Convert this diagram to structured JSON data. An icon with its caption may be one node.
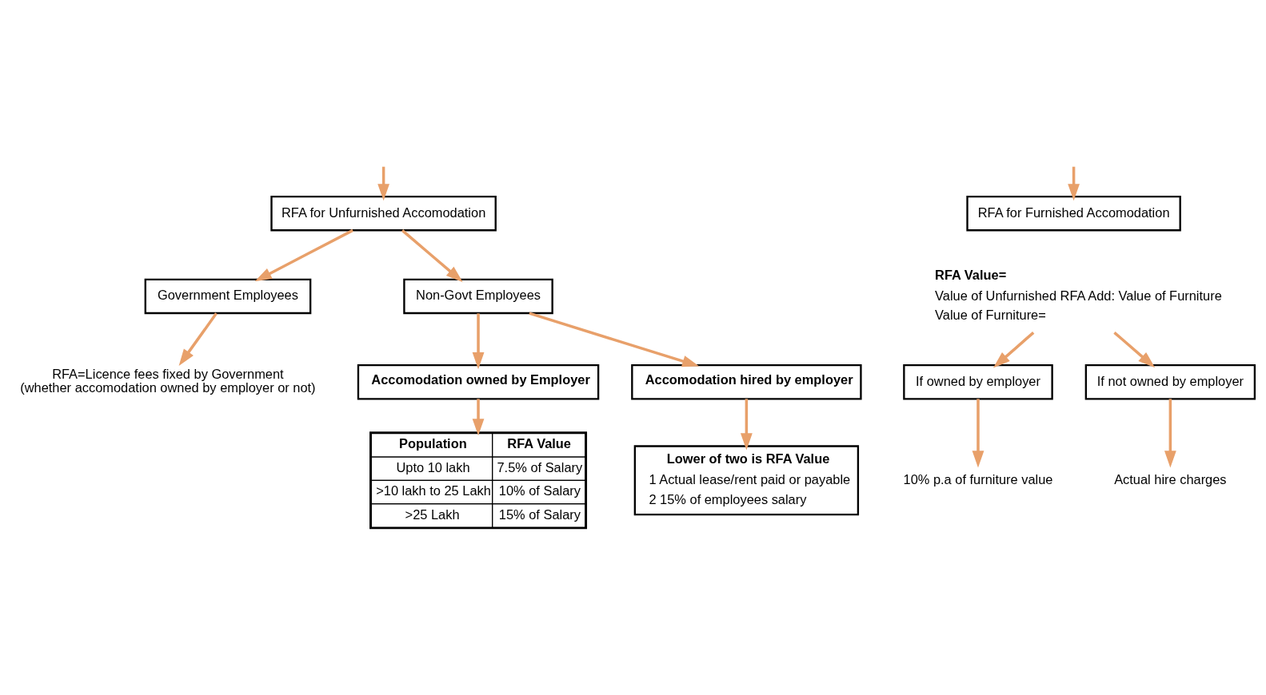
{
  "diagram": {
    "nodes": [
      {
        "text": [
          "RFA for Unfurnished Accomodation"
        ]
      },
      {
        "text": [
          "RFA for Furnished Accomodation"
        ]
      },
      {
        "text": [
          "Government Employees"
        ]
      },
      {
        "text": [
          "Non-Govt Employees"
        ]
      },
      {
        "text": [
          "RFA=Licence fees fixed by Government",
          "(whether accomodation owned by employer or not)"
        ]
      },
      {
        "text": [
          "Accomodation owned by Employer"
        ]
      },
      {
        "text": [
          "Accomodation hired by employer"
        ]
      },
      {
        "text": [
          "Population",
          "RFA Value",
          "Upto 10 lakh",
          "7.5% of Salary",
          ">10 lakh to 25 Lakh",
          "10% of Salary",
          ">25 Lakh",
          "15% of Salary"
        ]
      },
      {
        "text": [
          "Lower of two is RFA Value",
          "1 Actual lease/rent paid or payable",
          "2 15% of employees salary"
        ]
      },
      {
        "text": [
          "RFA Value=",
          "Value of Unfurnished RFA Add: Value of Furniture",
          "Value of Furniture="
        ]
      },
      {
        "text": [
          "If owned by employer"
        ]
      },
      {
        "text": [
          "If not owned by employer"
        ]
      },
      {
        "text": [
          "10% p.a of furniture value"
        ]
      },
      {
        "text": [
          "Actual hire charges"
        ]
      }
    ],
    "edges": [
      {
        "from": null,
        "to": 0,
        "arrow": "to"
      },
      {
        "from": null,
        "to": 1,
        "arrow": "to"
      },
      {
        "from": 0,
        "to": 2,
        "arrow": "to"
      },
      {
        "from": 0,
        "to": 3,
        "arrow": "to"
      },
      {
        "from": 2,
        "to": 4,
        "arrow": "to"
      },
      {
        "from": 3,
        "to": 5,
        "arrow": "to"
      },
      {
        "from": 3,
        "to": 6,
        "arrow": "to"
      },
      {
        "from": 5,
        "to": 7,
        "arrow": "to"
      },
      {
        "from": 6,
        "to": 8,
        "arrow": "to"
      },
      {
        "from": 9,
        "to": 10,
        "arrow": "to"
      },
      {
        "from": 9,
        "to": 11,
        "arrow": "to"
      },
      {
        "from": 10,
        "to": 12,
        "arrow": "to"
      },
      {
        "from": 11,
        "to": 13,
        "arrow": "to"
      }
    ]
  }
}
